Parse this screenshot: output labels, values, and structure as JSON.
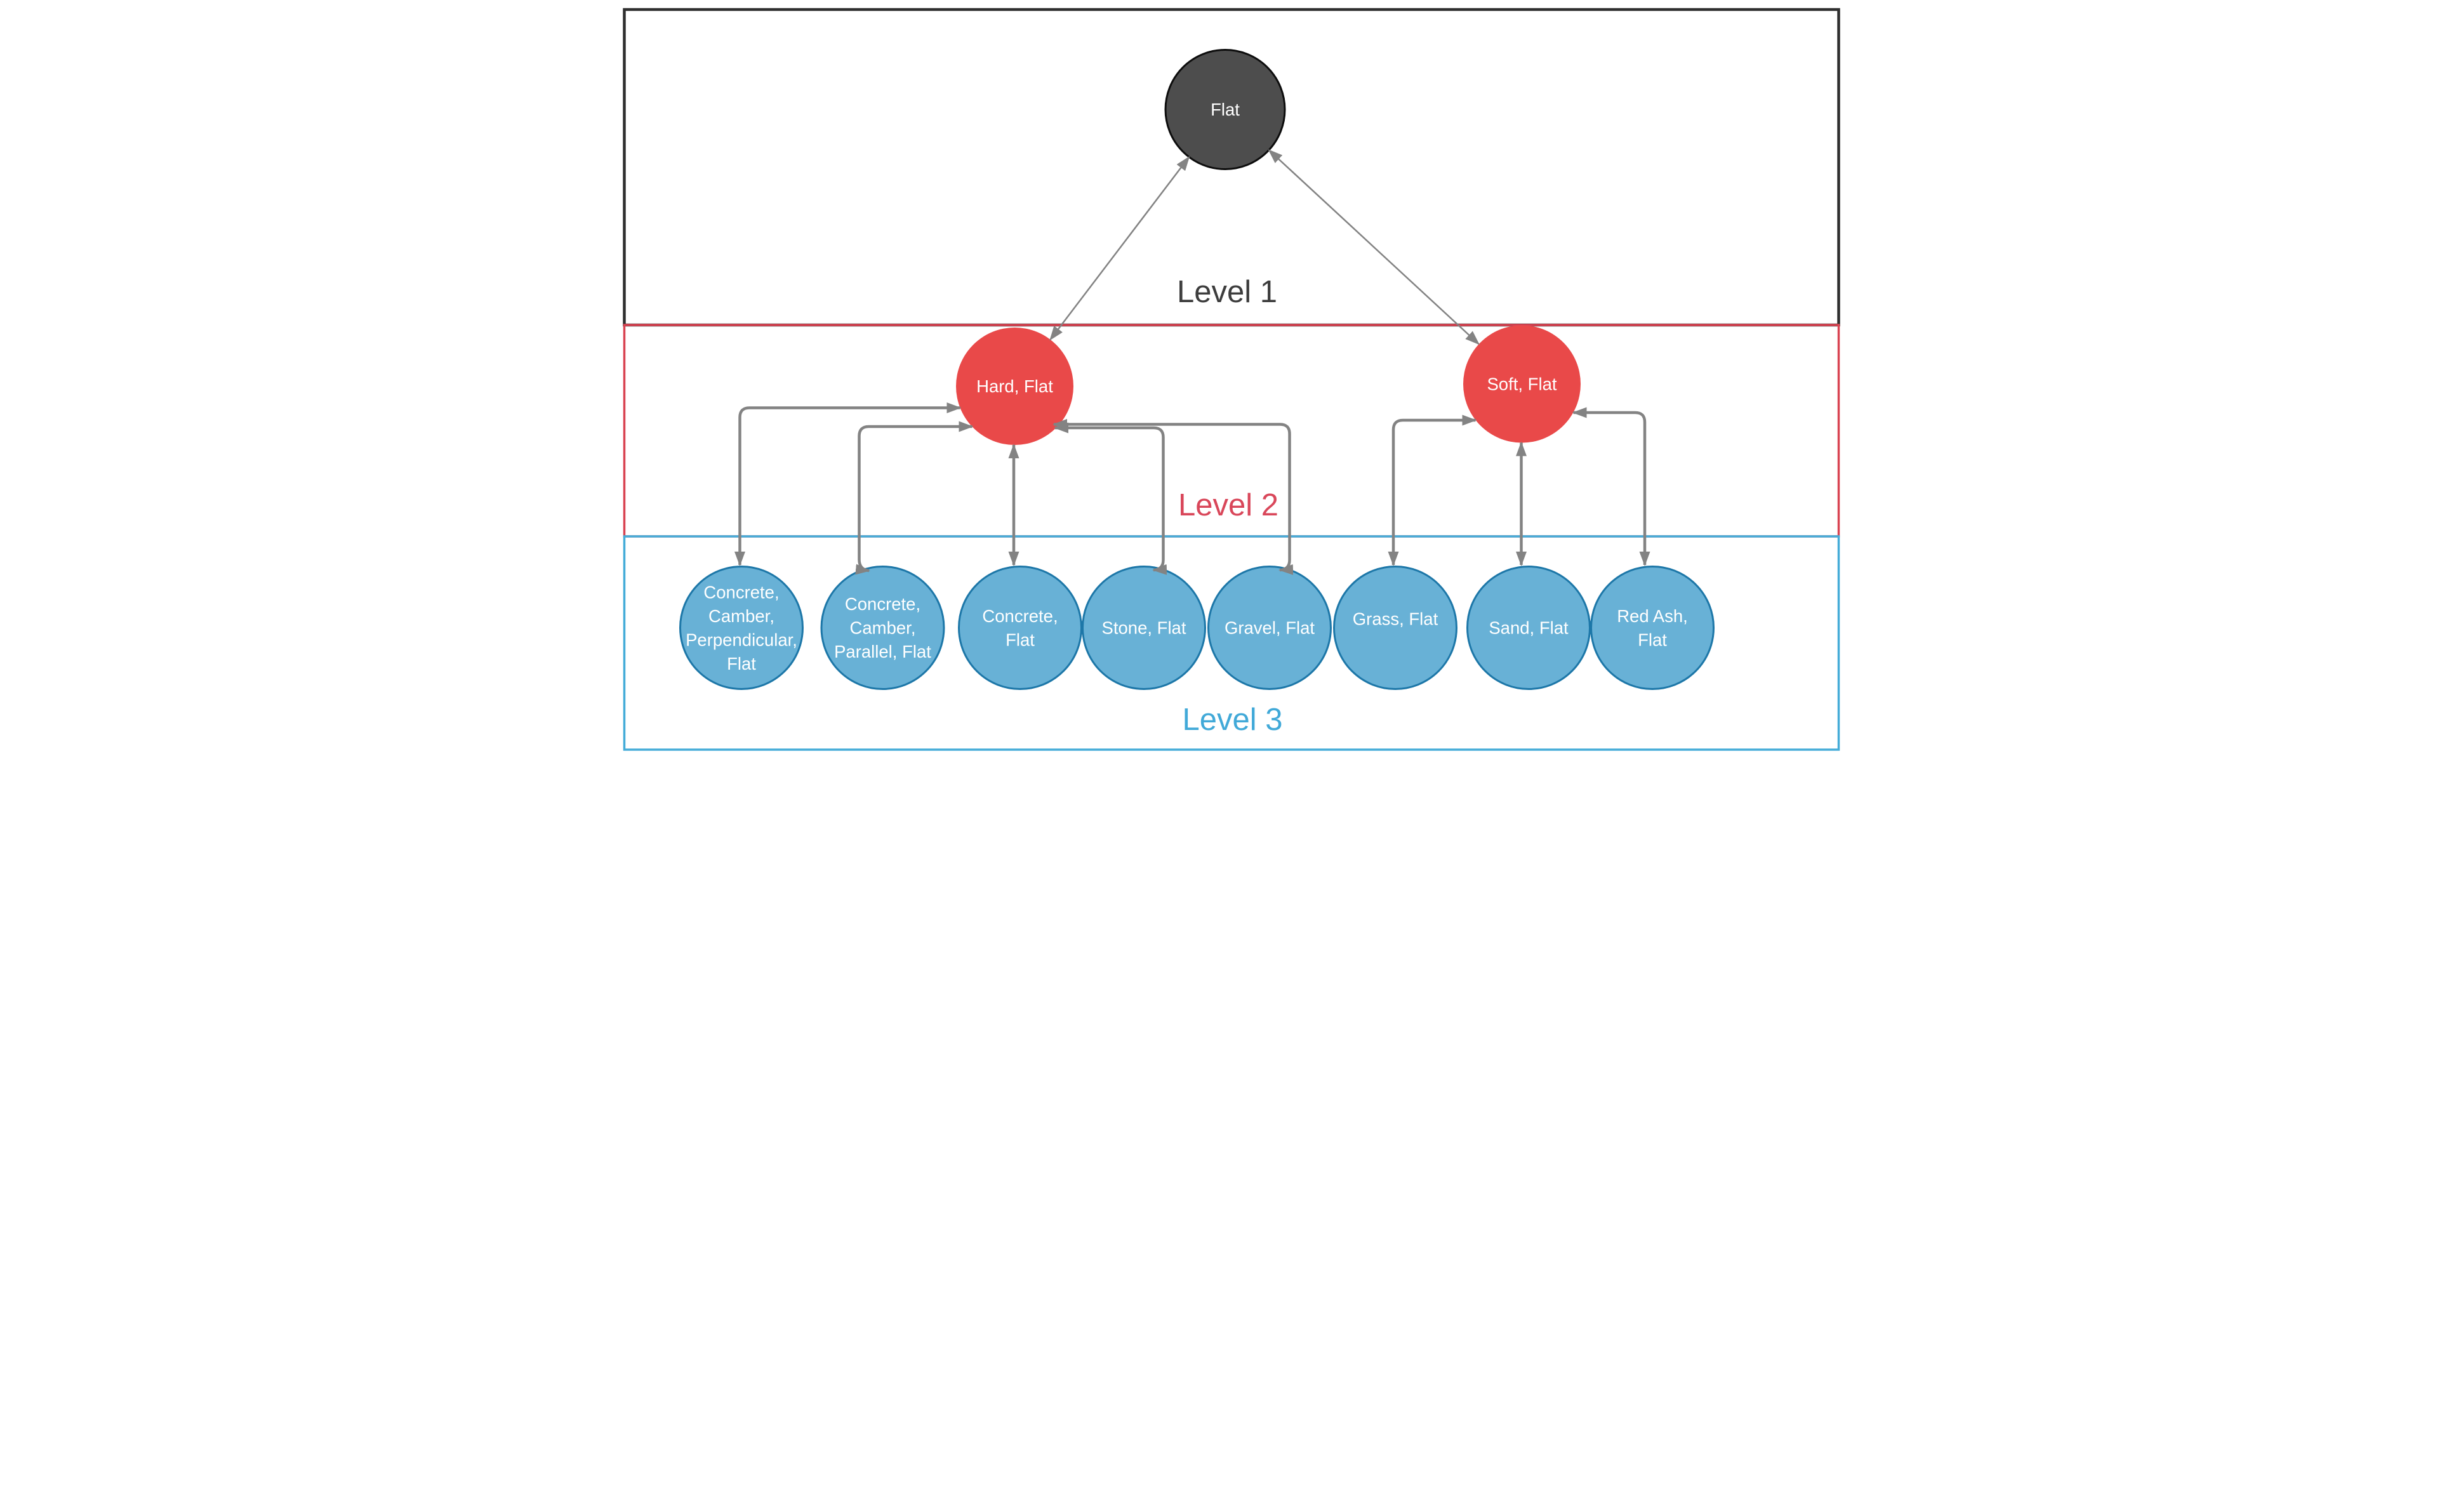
{
  "levels": [
    {
      "label": "Level 1",
      "label_color": "#3d3d3d",
      "band_border_color": "#2f2f2f"
    },
    {
      "label": "Level 2",
      "label_color": "#d9475a",
      "band_border_color": "#d94452"
    },
    {
      "label": "Level 3",
      "label_color": "#41a9d8",
      "band_border_color": "#45acd8"
    }
  ],
  "nodes": {
    "root": {
      "label": "Flat",
      "level": "Level 1",
      "fill": "#4d4d4d",
      "border": "#0d0d0d",
      "text_color": "#ffffff"
    },
    "level2": [
      {
        "label": "Hard, Flat",
        "level": "Level 2",
        "fill": "#e94949",
        "text_color": "#ffffff"
      },
      {
        "label": "Soft, Flat",
        "level": "Level 2",
        "fill": "#e94949",
        "text_color": "#ffffff"
      }
    ],
    "level3": [
      {
        "label": "Concrete, Camber, Perpendicular, Flat",
        "lines": [
          "Concrete,",
          "Camber,",
          "Perpendicular,",
          "Flat"
        ],
        "parent": "Hard, Flat"
      },
      {
        "label": "Concrete, Camber, Parallel, Flat",
        "lines": [
          "Concrete,",
          "Camber,",
          "Parallel, Flat"
        ],
        "parent": "Hard, Flat"
      },
      {
        "label": "Concrete, Flat",
        "lines": [
          "Concrete,",
          "Flat"
        ],
        "parent": "Hard, Flat"
      },
      {
        "label": "Stone, Flat",
        "lines": [
          "Stone, Flat"
        ],
        "parent": "Hard, Flat"
      },
      {
        "label": "Gravel, Flat",
        "lines": [
          "Gravel, Flat"
        ],
        "parent": "Hard, Flat"
      },
      {
        "label": "Grass, Flat",
        "lines": [
          "Grass, Flat"
        ],
        "parent": "Soft, Flat"
      },
      {
        "label": "Sand, Flat",
        "lines": [
          "Sand, Flat"
        ],
        "parent": "Soft, Flat"
      },
      {
        "label": "Red Ash, Flat",
        "lines": [
          "Red Ash,",
          "Flat"
        ],
        "parent": "Soft, Flat"
      }
    ],
    "level3_style": {
      "fill": "#68b1d6",
      "border": "#1d77a8",
      "text_color": "#ffffff"
    }
  },
  "edges": [
    {
      "from": "Hard, Flat",
      "to": "Flat",
      "bidirectional": true
    },
    {
      "from": "Soft, Flat",
      "to": "Flat",
      "bidirectional": true
    },
    {
      "from": "Concrete, Camber, Perpendicular, Flat",
      "to": "Hard, Flat",
      "bidirectional": true
    },
    {
      "from": "Concrete, Camber, Parallel, Flat",
      "to": "Hard, Flat",
      "bidirectional": true
    },
    {
      "from": "Concrete, Flat",
      "to": "Hard, Flat",
      "bidirectional": true
    },
    {
      "from": "Stone, Flat",
      "to": "Hard, Flat",
      "bidirectional": true
    },
    {
      "from": "Gravel, Flat",
      "to": "Hard, Flat",
      "bidirectional": true
    },
    {
      "from": "Grass, Flat",
      "to": "Soft, Flat",
      "bidirectional": true
    },
    {
      "from": "Sand, Flat",
      "to": "Soft, Flat",
      "bidirectional": true
    },
    {
      "from": "Red Ash, Flat",
      "to": "Soft, Flat",
      "bidirectional": true
    }
  ],
  "connector_color": "#838383"
}
